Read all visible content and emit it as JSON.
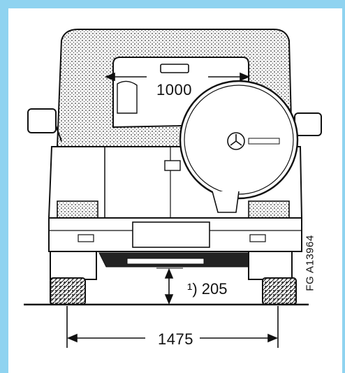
{
  "diagram": {
    "subject": "rear-view vehicle dimension drawing",
    "background_color": "#8fd3f0",
    "labels": {
      "window_width": "1000",
      "track_width": "1475",
      "ground_clearance": "¹) 205",
      "figure_code": "FG A13964"
    }
  }
}
